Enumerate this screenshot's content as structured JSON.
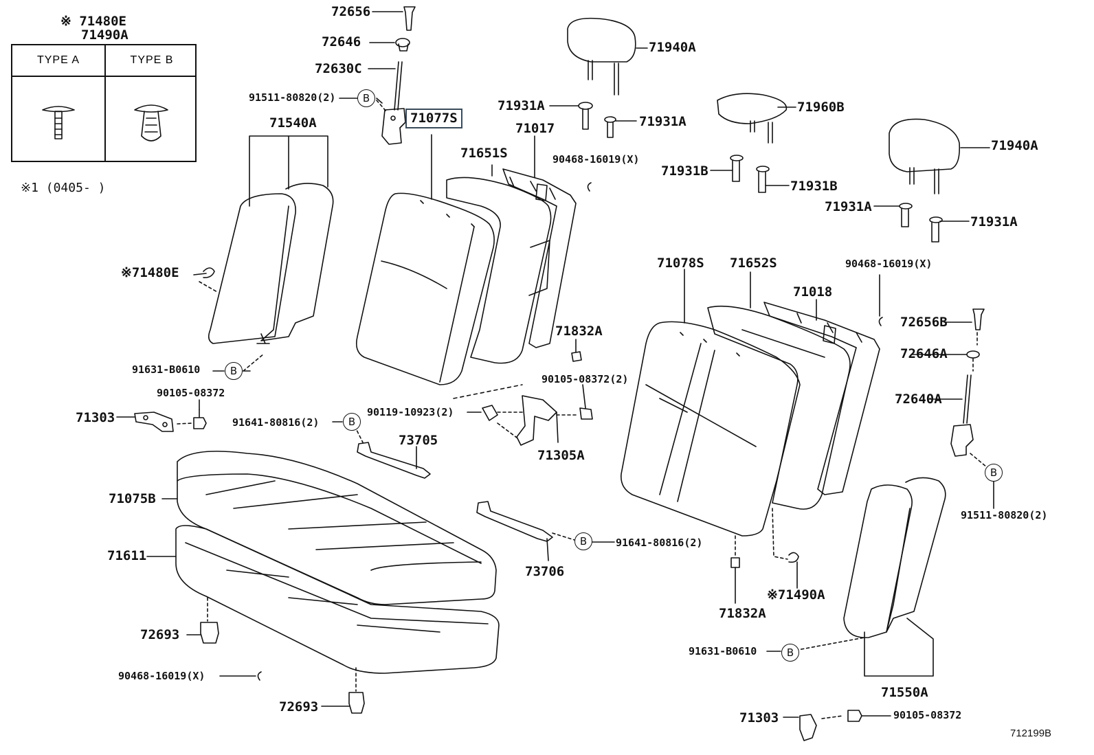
{
  "diagram_code": "712199B",
  "inset": {
    "mark_label_1": "※ 71480E",
    "mark_label_2": "71490A",
    "type_a": "TYPE A",
    "type_b": "TYPE B",
    "note": "※1 (0405-      )"
  },
  "highlighted_part": "71077S",
  "callout_marker": "B",
  "parts": {
    "p72656": "72656",
    "p72646": "72646",
    "p72630C": "72630C",
    "p91511_80820_a": "91511-80820(2)",
    "p71540A": "71540A",
    "p71480E": "※71480E",
    "p91631_B0610_a": "91631-B0610",
    "p90105_08372_a": "90105-08372",
    "p71303_a": "71303",
    "p91641_80816_a": "91641-80816(2)",
    "p73705": "73705",
    "p71075B": "71075B",
    "p71611": "71611",
    "p72693_a": "72693",
    "p90468_16019_a": "90468-16019(X)",
    "p72693_b": "72693",
    "p71651S": "71651S",
    "p71017": "71017",
    "p71940A_a": "71940A",
    "p71931A_a": "71931A",
    "p71931A_b": "71931A",
    "p90468_16019_b": "90468-16019(X)",
    "p71960B": "71960B",
    "p71931B_a": "71931B",
    "p71931B_b": "71931B",
    "p71940A_b": "71940A",
    "p71931A_c": "71931A",
    "p71931A_d": "71931A",
    "p71832A_a": "71832A",
    "p90105_08372_b": "90105-08372(2)",
    "p90119_10923": "90119-10923(2)",
    "p71305A": "71305A",
    "p71078S": "71078S",
    "p71652S": "71652S",
    "p90468_16019_c": "90468-16019(X)",
    "p71018": "71018",
    "p72656B": "72656B",
    "p72646A": "72646A",
    "p72640A": "72640A",
    "p91511_80820_b": "91511-80820(2)",
    "p91641_80816_b": "91641-80816(2)",
    "p73706": "73706",
    "p71832A_b": "71832A",
    "p71490A": "※71490A",
    "p91631_B0610_b": "91631-B0610",
    "p71550A": "71550A",
    "p71303_b": "71303",
    "p90105_08372_c": "90105-08372"
  }
}
